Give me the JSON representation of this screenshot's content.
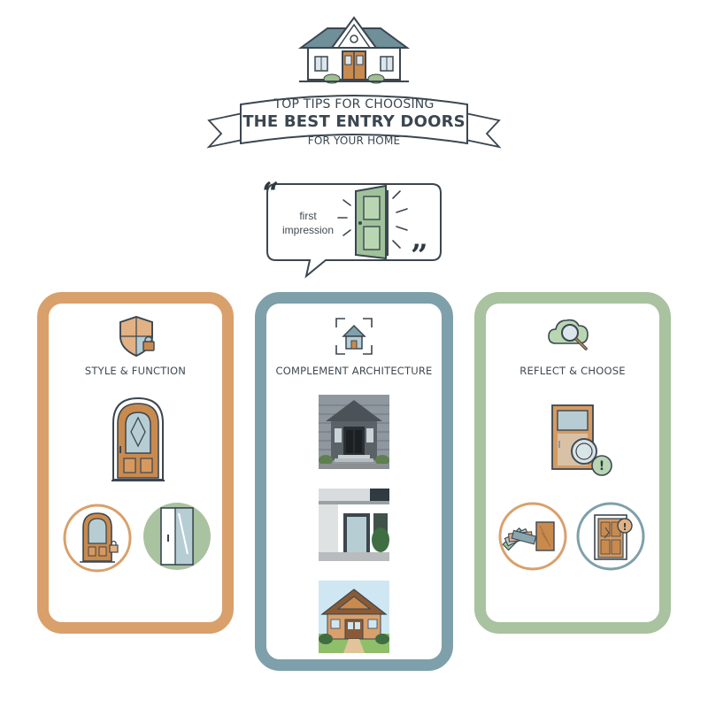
{
  "header": {
    "title_line1": "TOP TIPS FOR CHOOSING",
    "title_line2": "THE BEST ENTRY DOORS",
    "title_line3": "FOR YOUR HOME"
  },
  "quote": {
    "text_line1": "first",
    "text_line2": "impression"
  },
  "cards": [
    {
      "title": "STYLE & FUNCTION",
      "color": "#d9a06b"
    },
    {
      "title": "COMPLEMENT ARCHITECTURE",
      "color": "#7ea0aa"
    },
    {
      "title": "REFLECT & CHOOSE",
      "color": "#a9c2a0"
    }
  ],
  "icons": {
    "house": "house-icon",
    "shield": "shield-lock-icon",
    "frame": "house-frame-icon",
    "search": "magnifier-cloud-icon",
    "door": "door-icon"
  }
}
